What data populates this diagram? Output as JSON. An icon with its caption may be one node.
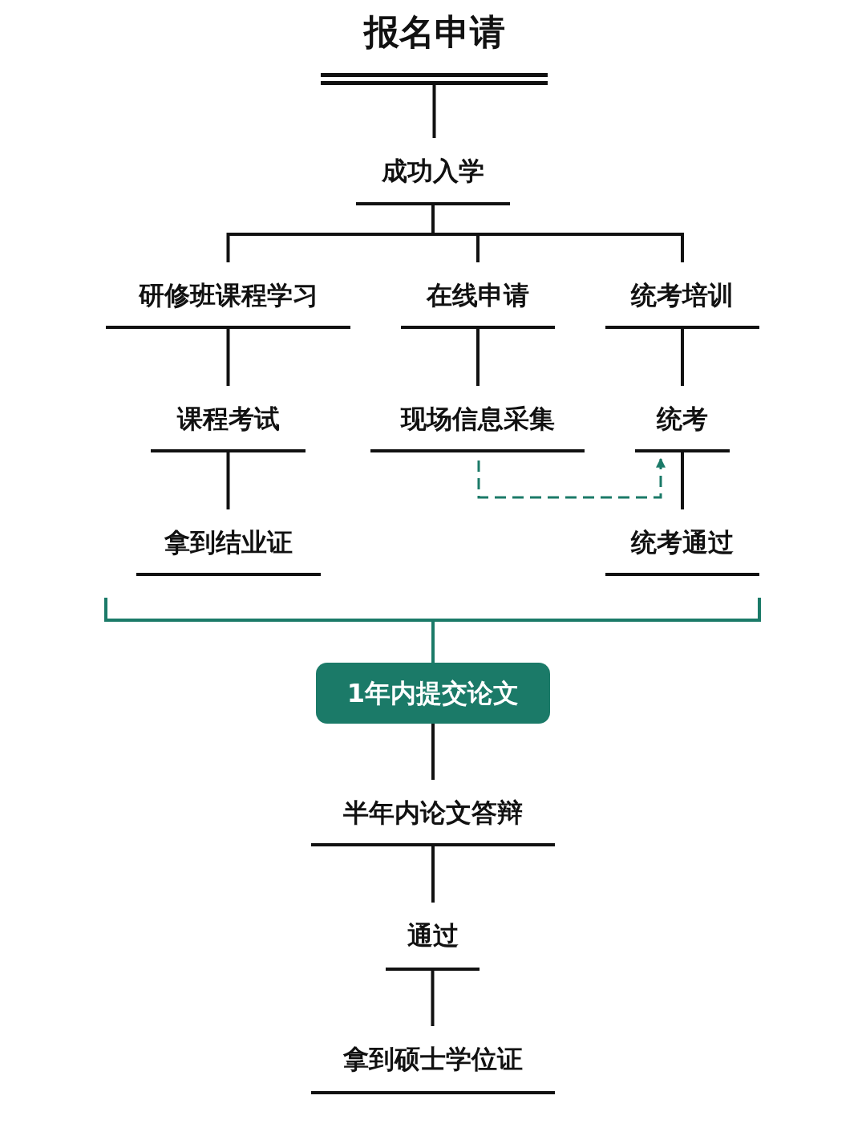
{
  "diagram": {
    "nodes": [
      {
        "text": [
          "报名申请"
        ]
      },
      {
        "text": [
          "成功入学"
        ]
      },
      {
        "text": [
          "研修班课程学习"
        ]
      },
      {
        "text": [
          "在线申请"
        ]
      },
      {
        "text": [
          "统考培训"
        ]
      },
      {
        "text": [
          "课程考试"
        ]
      },
      {
        "text": [
          "现场信息采集"
        ]
      },
      {
        "text": [
          "统考"
        ]
      },
      {
        "text": [
          "拿到结业证"
        ]
      },
      {
        "text": [
          "统考通过"
        ]
      },
      {
        "text": [
          "1年内提交论文"
        ]
      },
      {
        "text": [
          "半年内论文答辩"
        ]
      },
      {
        "text": [
          "通过"
        ]
      },
      {
        "text": [
          "拿到硕士学位证"
        ]
      }
    ],
    "edges": [
      {
        "from": 0,
        "to": 1,
        "arrow": "none"
      },
      {
        "from": 1,
        "to": 2,
        "arrow": "none"
      },
      {
        "from": 1,
        "to": 3,
        "arrow": "none"
      },
      {
        "from": 1,
        "to": 4,
        "arrow": "none"
      },
      {
        "from": 2,
        "to": 5,
        "arrow": "none"
      },
      {
        "from": 5,
        "to": 8,
        "arrow": "none"
      },
      {
        "from": 3,
        "to": 6,
        "arrow": "none"
      },
      {
        "from": 4,
        "to": 7,
        "arrow": "none"
      },
      {
        "from": 7,
        "to": 9,
        "arrow": "none"
      },
      {
        "from": 6,
        "to": 7,
        "arrow": "to",
        "style": "dashed",
        "color": "#1b7a68"
      },
      {
        "from": 8,
        "to": 10,
        "arrow": "none",
        "color": "#1b7a68"
      },
      {
        "from": 9,
        "to": 10,
        "arrow": "none",
        "color": "#1b7a68"
      },
      {
        "from": 10,
        "to": 11,
        "arrow": "none"
      },
      {
        "from": 11,
        "to": 12,
        "arrow": "none"
      },
      {
        "from": 12,
        "to": 13,
        "arrow": "none"
      }
    ]
  }
}
